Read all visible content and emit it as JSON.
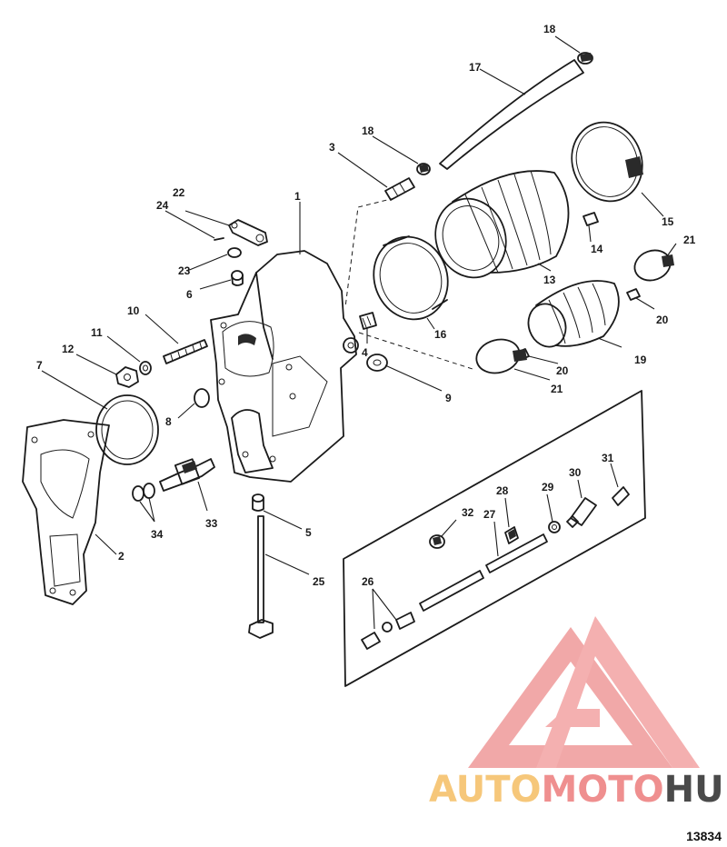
{
  "callouts": [
    {
      "id": "c1",
      "label": "1"
    },
    {
      "id": "c2",
      "label": "2"
    },
    {
      "id": "c3",
      "label": "3"
    },
    {
      "id": "c4",
      "label": "4"
    },
    {
      "id": "c5",
      "label": "5"
    },
    {
      "id": "c6",
      "label": "6"
    },
    {
      "id": "c7",
      "label": "7"
    },
    {
      "id": "c8",
      "label": "8"
    },
    {
      "id": "c9",
      "label": "9"
    },
    {
      "id": "c10",
      "label": "10"
    },
    {
      "id": "c11",
      "label": "11"
    },
    {
      "id": "c12",
      "label": "12"
    },
    {
      "id": "c13",
      "label": "13"
    },
    {
      "id": "c14",
      "label": "14"
    },
    {
      "id": "c15",
      "label": "15"
    },
    {
      "id": "c16",
      "label": "16"
    },
    {
      "id": "c17",
      "label": "17"
    },
    {
      "id": "c18a",
      "label": "18"
    },
    {
      "id": "c18b",
      "label": "18"
    },
    {
      "id": "c19",
      "label": "19"
    },
    {
      "id": "c20a",
      "label": "20"
    },
    {
      "id": "c20b",
      "label": "20"
    },
    {
      "id": "c21a",
      "label": "21"
    },
    {
      "id": "c21b",
      "label": "21"
    },
    {
      "id": "c22",
      "label": "22"
    },
    {
      "id": "c23",
      "label": "23"
    },
    {
      "id": "c24",
      "label": "24"
    },
    {
      "id": "c25",
      "label": "25"
    },
    {
      "id": "c26",
      "label": "26"
    },
    {
      "id": "c27",
      "label": "27"
    },
    {
      "id": "c28",
      "label": "28"
    },
    {
      "id": "c29",
      "label": "29"
    },
    {
      "id": "c30",
      "label": "30"
    },
    {
      "id": "c31",
      "label": "31"
    },
    {
      "id": "c32",
      "label": "32"
    },
    {
      "id": "c33",
      "label": "33"
    },
    {
      "id": "c34",
      "label": "34"
    }
  ],
  "watermark": {
    "part1": "AUTO",
    "part2": "MOTO",
    "part3": "HUB",
    "color_light": "#f6c77a",
    "color_mid": "#ef8f8f",
    "color_dark": "#4a4a4a"
  },
  "figure_ref": "13834"
}
